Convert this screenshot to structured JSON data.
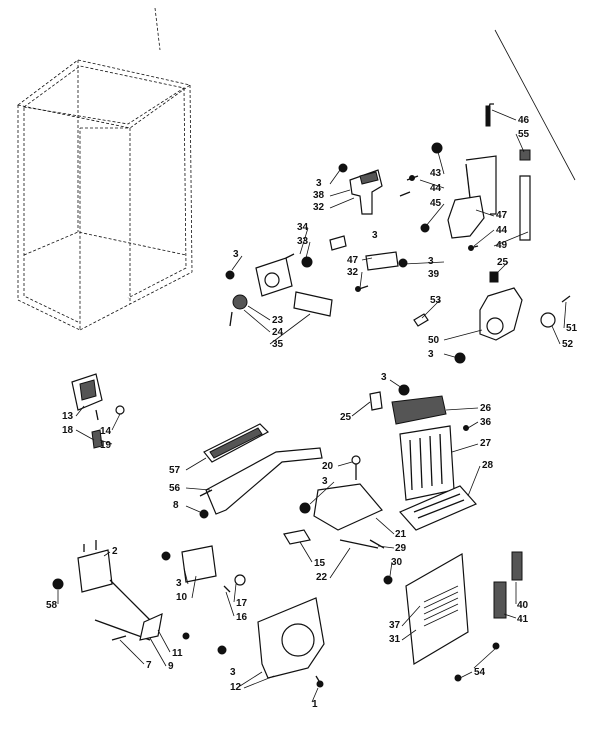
{
  "callouts": {
    "c1": "3",
    "c2": "38",
    "c3": "32",
    "c4": "43",
    "c5": "44",
    "c6": "45",
    "c7": "46",
    "c8": "55",
    "c9": "3",
    "c10": "47",
    "c11": "44",
    "c12": "49",
    "c13": "34",
    "c14": "33",
    "c15": "47",
    "c16": "32",
    "c17": "3",
    "c18": "39",
    "c19": "25",
    "c20": "3",
    "c21": "23",
    "c22": "24",
    "c23": "35",
    "c24": "53",
    "c25": "50",
    "c26": "3",
    "c27": "51",
    "c28": "52",
    "c29": "13",
    "c30": "18",
    "c31": "14",
    "c32": "19",
    "c33": "3",
    "c34": "25",
    "c35": "26",
    "c36": "36",
    "c37": "27",
    "c38": "28",
    "c39": "57",
    "c40": "56",
    "c41": "8",
    "c42": "20",
    "c43": "3",
    "c44": "21",
    "c45": "29",
    "c46": "30",
    "c47": "15",
    "c48": "22",
    "c49": "2",
    "c50": "58",
    "c51": "3",
    "c52": "10",
    "c53": "17",
    "c54": "16",
    "c55": "11",
    "c56": "9",
    "c57": "7",
    "c58": "3",
    "c59": "12",
    "c60": "1",
    "c61": "37",
    "c62": "31",
    "c63": "40",
    "c64": "41",
    "c65": "54"
  }
}
